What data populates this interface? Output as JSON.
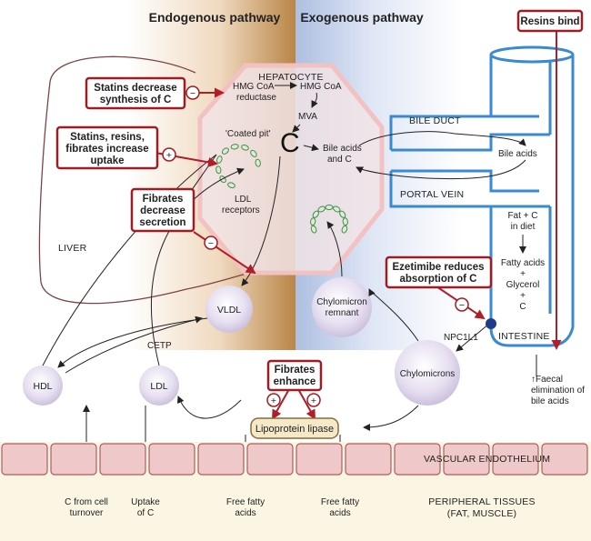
{
  "headers": {
    "endogenous": "Endogenous pathway",
    "exogenous": "Exogenous pathway"
  },
  "hepatocyte": {
    "title": "HEPATOCYTE",
    "hmg_reductase_1": "HMG CoA",
    "hmg_reductase_2": "reductase",
    "hmg_coa": "HMG CoA",
    "mva": "MVA",
    "coated_pit": "'Coated pit'",
    "c": "C",
    "bile_acids_c_1": "Bile acids",
    "bile_acids_c_2": "and C",
    "ldl_receptors_1": "LDL",
    "ldl_receptors_2": "receptors"
  },
  "labels": {
    "liver": "LIVER",
    "bile_duct": "BILE DUCT",
    "portal_vein": "PORTAL VEIN",
    "bile_acids": "Bile acids",
    "intestine": "INTESTINE",
    "npc1l1": "NPC1L1",
    "cetp": "CETP",
    "faecal_1": "↑Faecal",
    "faecal_2": "elimination of",
    "faecal_3": "bile acids",
    "vascular_endothelium": "VASCULAR ENDOTHELIUM",
    "peripheral_1": "PERIPHERAL TISSUES",
    "peripheral_2": "(FAT, MUSCLE)"
  },
  "diet": {
    "line1": "Fat + C",
    "line2": "in diet",
    "line3": "Fatty acids",
    "line4": "+",
    "line5": "Glycerol",
    "line6": "+",
    "line7": "C"
  },
  "particles": {
    "vldl": "VLDL",
    "chylomicron_remnant_1": "Chylomicron",
    "chylomicron_remnant_2": "remnant",
    "hdl": "HDL",
    "ldl": "LDL",
    "chylomicrons": "Chylomicrons"
  },
  "drug_boxes": {
    "resins_bind": "Resins bind",
    "statins_decrease_1": "Statins decrease",
    "statins_decrease_2": "synthesis of C",
    "statins_increase_1": "Statins, resins,",
    "statins_increase_2": "fibrates increase",
    "statins_increase_3": "uptake",
    "fibrates_decrease_1": "Fibrates",
    "fibrates_decrease_2": "decrease",
    "fibrates_decrease_3": "secretion",
    "ezetimibe_1": "Ezetimibe reduces",
    "ezetimibe_2": "absorption of C",
    "fibrates_enhance_1": "Fibrates",
    "fibrates_enhance_2": "enhance"
  },
  "signs": {
    "minus": "−",
    "plus": "+"
  },
  "lipoprotein_lipase": "Lipoprotein lipase",
  "bottom": {
    "c_cell_1": "C from cell",
    "c_cell_2": "turnover",
    "uptake_1": "Uptake",
    "uptake_2": "of C",
    "ffa1_1": "Free fatty",
    "ffa1_2": "acids",
    "ffa2_1": "Free fatty",
    "ffa2_2": "acids"
  },
  "colors": {
    "drug_box_border": "#a01c24",
    "drug_arrow": "#b01e28",
    "intestine_tube": "#3a8ad0",
    "particle_fill": "#d8d0e8",
    "endothelium_fill": "#efc9c9",
    "endothelium_stroke": "#b25a5a",
    "lipase_fill": "#f6e9c8",
    "hepatocyte_fill": "#f1e4e6",
    "hepatocyte_stroke": "#f2c2c2",
    "npc1l1_dot": "#1e3a8a"
  }
}
